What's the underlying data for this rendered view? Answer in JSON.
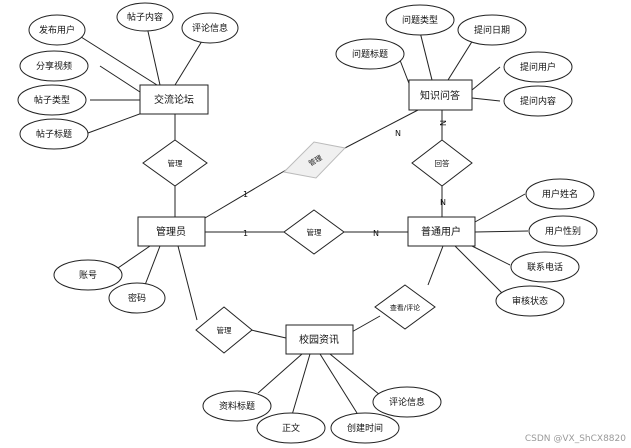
{
  "entities": {
    "forum": "交流论坛",
    "qa": "知识问答",
    "admin": "管理员",
    "user": "普通用户",
    "news": "校园资讯"
  },
  "relationships": {
    "admin_forum": "管理",
    "admin_qa": "管理",
    "admin_user": "管理",
    "user_qa": "回答",
    "admin_news": "管理",
    "user_news": "查看/评论"
  },
  "attributes": {
    "forum": [
      "发布用户",
      "帖子内容",
      "评论信息",
      "分享视频",
      "帖子类型",
      "帖子标题"
    ],
    "qa": [
      "问题类型",
      "提问日期",
      "问题标题",
      "提问用户",
      "提问内容"
    ],
    "admin": [
      "账号",
      "密码"
    ],
    "user": [
      "用户姓名",
      "用户性别",
      "联系电话",
      "审核状态"
    ],
    "news": [
      "资料标题",
      "正文",
      "创建时间",
      "评论信息"
    ]
  },
  "cardinality": {
    "admin_qa_one": "1",
    "admin_qa_many": "N",
    "admin_user_one": "1",
    "admin_user_many": "N",
    "qa_user_top": "N",
    "qa_user_bottom": "N"
  },
  "watermark": "CSDN @VX_ShCX8820"
}
